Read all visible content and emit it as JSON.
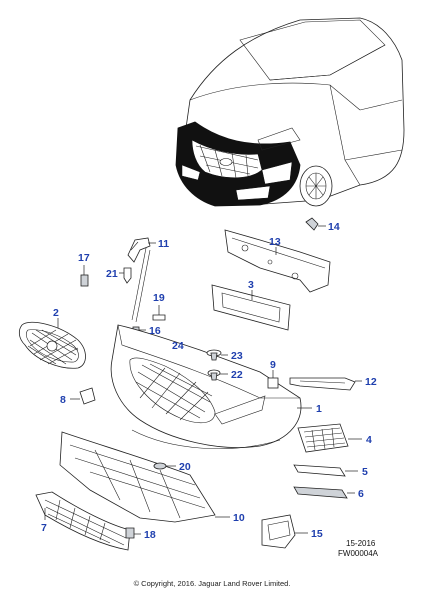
{
  "diagram": {
    "callouts": [
      {
        "id": "c1",
        "label": "1"
      },
      {
        "id": "c2",
        "label": "2"
      },
      {
        "id": "c3",
        "label": "3"
      },
      {
        "id": "c4",
        "label": "4"
      },
      {
        "id": "c5",
        "label": "5"
      },
      {
        "id": "c6",
        "label": "6"
      },
      {
        "id": "c7",
        "label": "7"
      },
      {
        "id": "c8",
        "label": "8"
      },
      {
        "id": "c9",
        "label": "9"
      },
      {
        "id": "c10",
        "label": "10"
      },
      {
        "id": "c11",
        "label": "11"
      },
      {
        "id": "c12",
        "label": "12"
      },
      {
        "id": "c13",
        "label": "13"
      },
      {
        "id": "c14",
        "label": "14"
      },
      {
        "id": "c15",
        "label": "15"
      },
      {
        "id": "c16",
        "label": "16"
      },
      {
        "id": "c17",
        "label": "17"
      },
      {
        "id": "c18",
        "label": "18"
      },
      {
        "id": "c19",
        "label": "19"
      },
      {
        "id": "c20",
        "label": "20"
      },
      {
        "id": "c21",
        "label": "21"
      },
      {
        "id": "c22",
        "label": "22"
      },
      {
        "id": "c23",
        "label": "23"
      },
      {
        "id": "c24",
        "label": "24"
      }
    ],
    "reference": {
      "date_code": "15-2016",
      "figure_code": "FW00004A"
    },
    "copyright": "© Copyright, 2016. Jaguar Land Rover Limited."
  },
  "colors": {
    "callout": "#1f3fae",
    "highlight": "#111111"
  }
}
